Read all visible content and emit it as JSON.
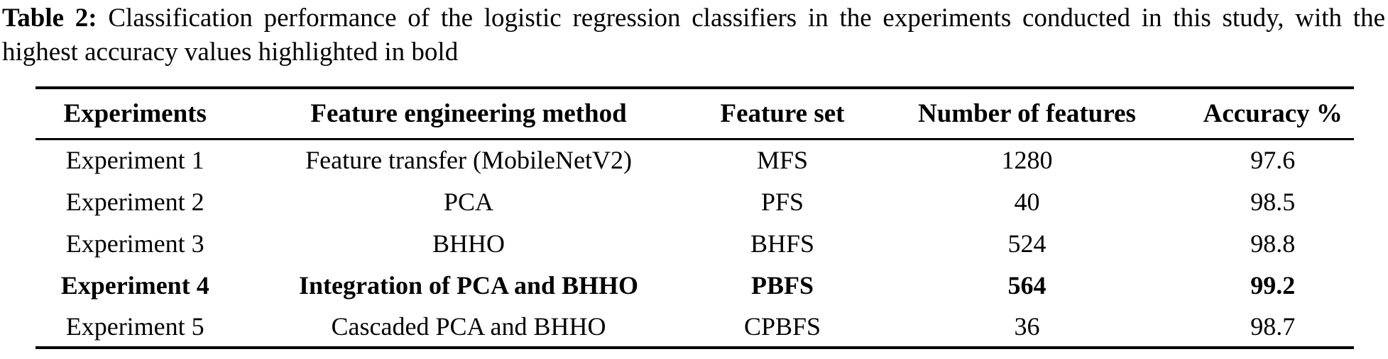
{
  "caption": {
    "label": "Table 2:",
    "text": " Classification performance of the logistic regression classifiers in the experiments conducted in this study, with the highest accuracy values highlighted in bold"
  },
  "table": {
    "headers": [
      "Experiments",
      "Feature engineering method",
      "Feature set",
      "Number of features",
      "Accuracy %"
    ],
    "rows": [
      {
        "bold": false,
        "cells": [
          "Experiment 1",
          "Feature transfer (MobileNetV2)",
          "MFS",
          "1280",
          "97.6"
        ]
      },
      {
        "bold": false,
        "cells": [
          "Experiment 2",
          "PCA",
          "PFS",
          "40",
          "98.5"
        ]
      },
      {
        "bold": false,
        "cells": [
          "Experiment 3",
          "BHHO",
          "BHFS",
          "524",
          "98.8"
        ]
      },
      {
        "bold": true,
        "cells": [
          "Experiment 4",
          "Integration of PCA and BHHO",
          "PBFS",
          "564",
          "99.2"
        ]
      },
      {
        "bold": false,
        "cells": [
          "Experiment 5",
          "Cascaded PCA and BHHO",
          "CPBFS",
          "36",
          "98.7"
        ]
      }
    ]
  },
  "colors": {
    "text": "#000000",
    "background": "#ffffff",
    "rule": "#000000"
  },
  "chart_data": {
    "type": "table",
    "title": "Table 2: Classification performance of the logistic regression classifiers",
    "categories": [
      "Experiment 1",
      "Experiment 2",
      "Experiment 3",
      "Experiment 4",
      "Experiment 5"
    ],
    "series": [
      {
        "name": "Number of features",
        "values": [
          1280,
          40,
          524,
          564,
          36
        ]
      },
      {
        "name": "Accuracy %",
        "values": [
          97.6,
          98.5,
          98.8,
          99.2,
          98.7
        ]
      }
    ]
  }
}
